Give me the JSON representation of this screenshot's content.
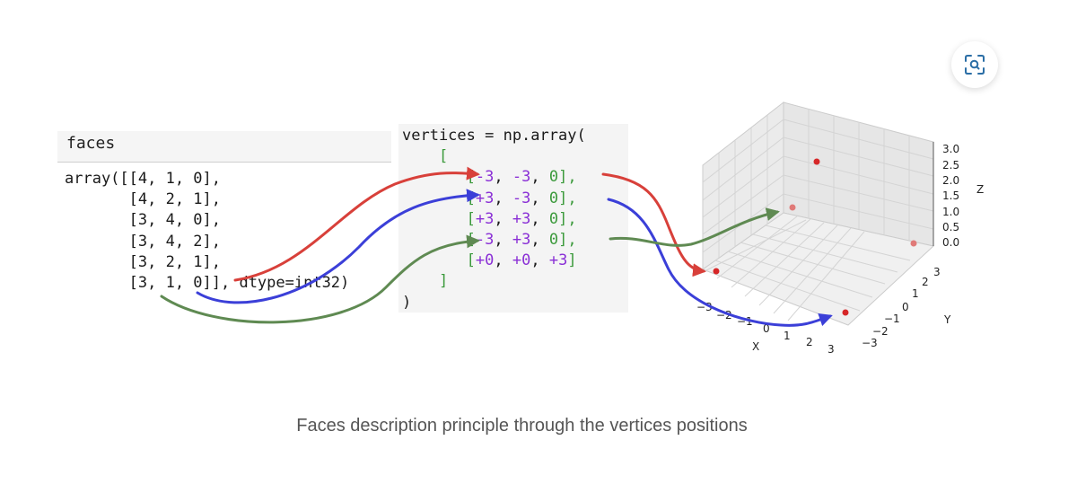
{
  "faces_panel": {
    "header": "faces",
    "lines": [
      "array([[4, 1, 0],",
      "       [4, 2, 1],",
      "       [3, 4, 0],",
      "       [3, 4, 2],",
      "       [3, 2, 1],",
      "       [3, 1, 0]], dtype=int32)"
    ]
  },
  "vertices_panel": {
    "open": "vertices = np.array(",
    "bracket_open": "[",
    "rows": [
      {
        "open": "[",
        "a": "-3",
        "b": "-3",
        "c": "0",
        "close": "],"
      },
      {
        "open": "[",
        "a": "+3",
        "b": "-3",
        "c": "0",
        "close": "],"
      },
      {
        "open": "[",
        "a": "+3",
        "b": "+3",
        "c": "0",
        "close": "],"
      },
      {
        "open": "[",
        "a": "-3",
        "b": "+3",
        "c": "0",
        "close": "],"
      },
      {
        "open": "[",
        "a": "+0",
        "b": "+0",
        "c": "+3",
        "close": "]"
      }
    ],
    "bracket_close": "]",
    "close": ")"
  },
  "plot3d": {
    "z_ticks": [
      "3.0",
      "2.5",
      "2.0",
      "1.5",
      "1.0",
      "0.5",
      "0.0"
    ],
    "x_ticks": [
      "−3",
      "−2",
      "−1",
      "0",
      "1",
      "2",
      "3"
    ],
    "y_ticks": [
      "−3",
      "−2",
      "−1",
      "0",
      "1",
      "2",
      "3"
    ],
    "x_label": "X",
    "y_label": "Y",
    "z_label": "Z",
    "point_color": "#d62728"
  },
  "arrows": {
    "red": "#d8403a",
    "blue": "#3b3fd8",
    "green": "#5f8a52"
  },
  "caption": "Faces description principle through the vertices positions",
  "zoom_icon": "scan-zoom-icon"
}
